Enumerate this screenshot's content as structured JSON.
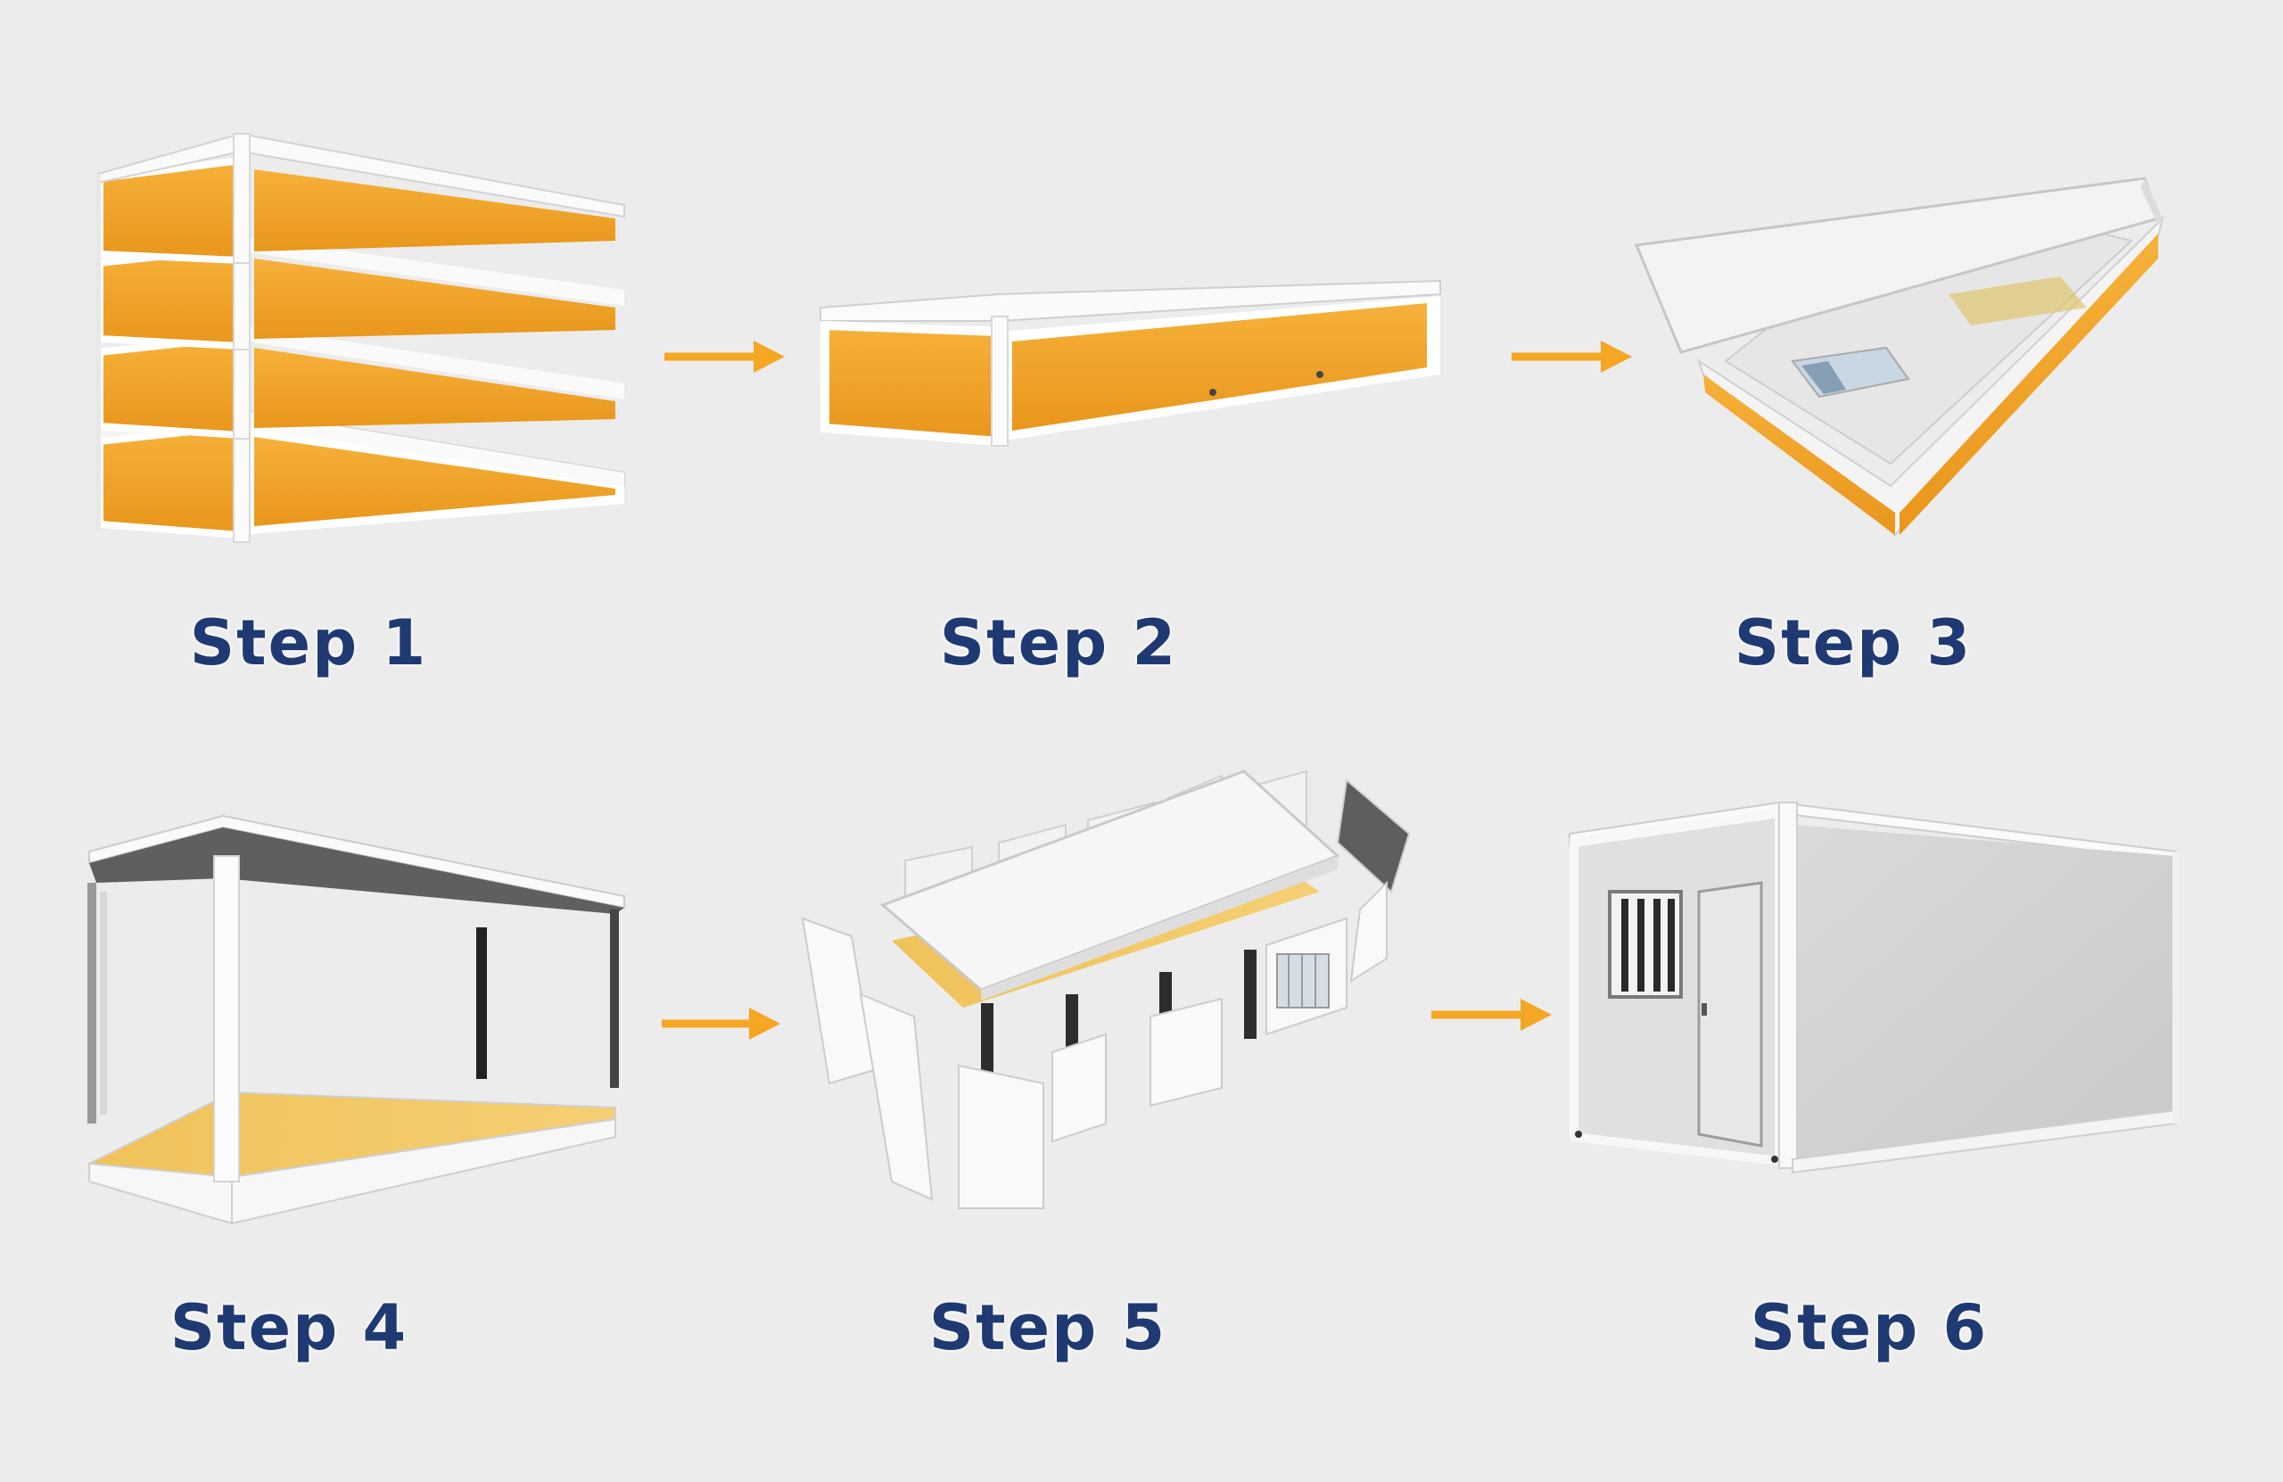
{
  "steps": [
    {
      "label": "Step 1",
      "illustration": "stacked-flat-pack-icon"
    },
    {
      "label": "Step 2",
      "illustration": "single-flat-pack-icon"
    },
    {
      "label": "Step 3",
      "illustration": "roof-lifting-icon"
    },
    {
      "label": "Step 4",
      "illustration": "frame-with-posts-icon"
    },
    {
      "label": "Step 5",
      "illustration": "wall-panels-icon"
    },
    {
      "label": "Step 6",
      "illustration": "finished-container-icon"
    }
  ],
  "colors": {
    "background": "#ececec",
    "label_text": "#1f3a73",
    "arrow": "#f5a623",
    "panel_orange": "#f3a52a",
    "frame_white": "#f7f7f7",
    "wall_grey": "#d4d4d4"
  }
}
